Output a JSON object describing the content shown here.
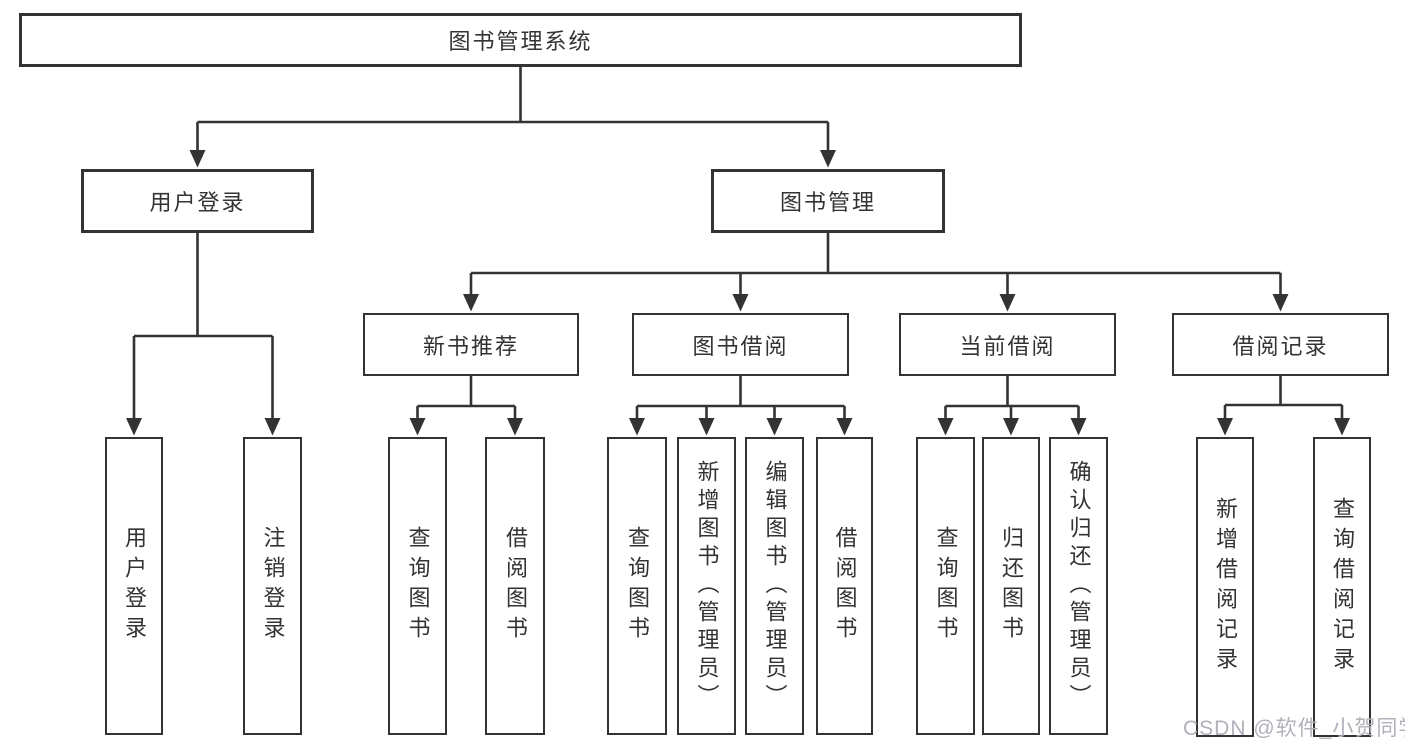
{
  "tree": {
    "root": {
      "label": "图书管理系统",
      "children": [
        {
          "label": "用户登录",
          "children": [
            {
              "label": "用户登录"
            },
            {
              "label": "注销登录"
            }
          ]
        },
        {
          "label": "图书管理",
          "children": [
            {
              "label": "新书推荐",
              "children": [
                {
                  "label": "查询图书"
                },
                {
                  "label": "借阅图书"
                }
              ]
            },
            {
              "label": "图书借阅",
              "children": [
                {
                  "label": "查询图书"
                },
                {
                  "label": "新增图书（管理员）"
                },
                {
                  "label": "编辑图书（管理员）"
                },
                {
                  "label": "借阅图书"
                }
              ]
            },
            {
              "label": "当前借阅",
              "children": [
                {
                  "label": "查询图书"
                },
                {
                  "label": "归还图书"
                },
                {
                  "label": "确认归还（管理员）"
                }
              ]
            },
            {
              "label": "借阅记录",
              "children": [
                {
                  "label": "新增借阅记录"
                },
                {
                  "label": "查询借阅记录"
                }
              ]
            }
          ]
        }
      ]
    }
  },
  "watermark": {
    "text": "CSDN @软件_小贺同学"
  },
  "colors": {
    "line": "#333333",
    "box_border": "#333333",
    "text": "#333333",
    "watermark": "#b1b1bb",
    "background": "#ffffff"
  }
}
